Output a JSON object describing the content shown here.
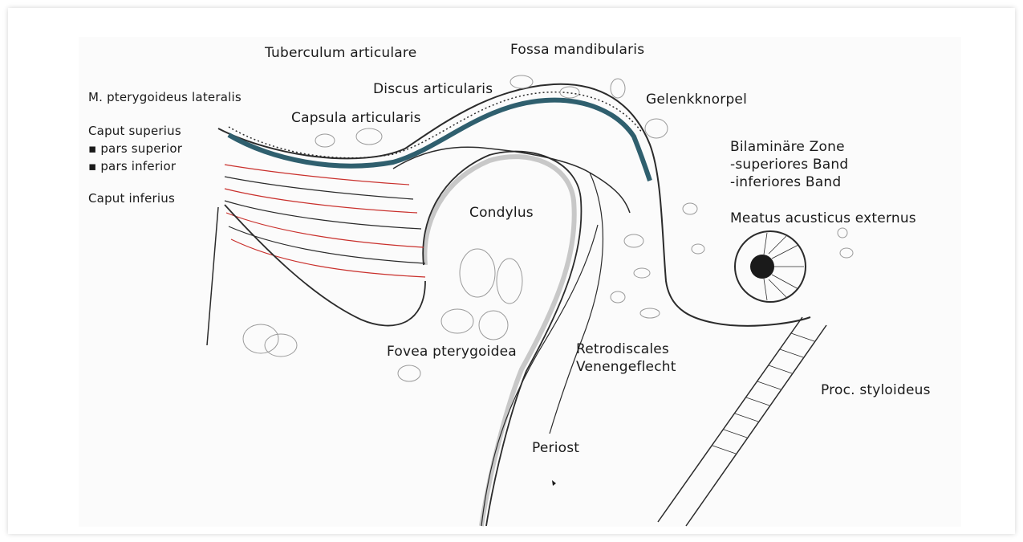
{
  "labels": {
    "tuberculum": "Tuberculum articulare",
    "fossa": "Fossa mandibularis",
    "discus": "Discus articularis",
    "gelenkknorpel": "Gelenkknorpel",
    "m_pterygoideus": "M. pterygoideus lateralis",
    "capsula": "Capsula articularis",
    "caput_superius": "Caput superius",
    "pars_superior": "▪  pars superior",
    "pars_inferior": "▪  pars inferior",
    "caput_inferius": "Caput inferius",
    "bilaminaere": "Bilaminäre Zone",
    "superiores": "-superiores Band",
    "inferiores": "-inferiores Band",
    "meatus": "Meatus acusticus externus",
    "condylus": "Condylus",
    "fovea": "Fovea pterygoidea",
    "retrodiscales": "Retrodiscales",
    "venengeflecht": "Venengeflecht",
    "proc_styloideus": "Proc. styloideus",
    "periost": "Periost"
  },
  "colors": {
    "disc": "#2f5f6e",
    "muscle_fiber": "#c9302c",
    "outline": "#2b2b2b",
    "cartilage_gray": "#c8c8c8"
  }
}
